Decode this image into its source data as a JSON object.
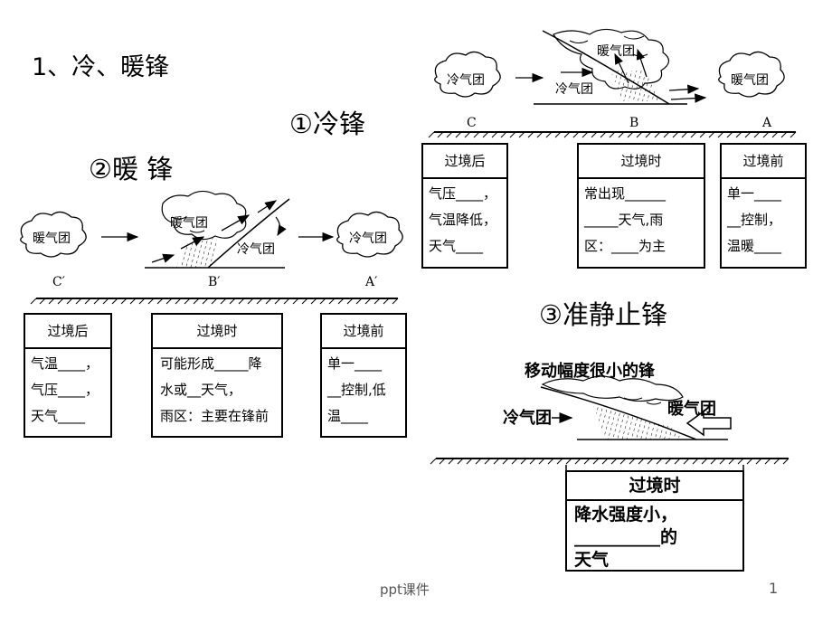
{
  "title": "1、冷、暖锋",
  "sections": {
    "cold": "①冷锋",
    "warm": "②暖 锋",
    "stationary": "③准静止锋"
  },
  "cold_diagram": {
    "cold_mass": "冷气团",
    "cold_mass_inner": "冷气团",
    "warm_mass": "暖气团",
    "warm_mass_right": "暖气团",
    "points": [
      "C",
      "B",
      "A"
    ]
  },
  "warm_diagram": {
    "warm_mass": "暖气团",
    "warm_mass_inner": "暖气团",
    "cold_mass_inner": "冷气团",
    "cold_mass_right": "冷气团",
    "points": [
      "C′",
      "B′",
      "A′"
    ]
  },
  "stationary_diagram": {
    "caption": "移动幅度很小的锋",
    "cold_mass": "冷气团",
    "warm_mass": "暖气团"
  },
  "cold_boxes": [
    {
      "header": "过境后",
      "body": "气压____，\n气温降低，\n天气____"
    },
    {
      "header": "过境时",
      "body": "常出现______\n_____天气,雨\n区：____为主"
    },
    {
      "header": "过境前",
      "body": "单一____\n__控制，\n温暖____"
    }
  ],
  "warm_boxes": [
    {
      "header": "过境后",
      "body": "气温____，\n气压____，\n天气____"
    },
    {
      "header": "过境时",
      "body": "可能形成_____降\n水或__天气，\n雨区：主要在锋前"
    },
    {
      "header": "过境前",
      "body": "单一____\n__控制,低\n温____"
    }
  ],
  "stationary_box": {
    "header": "过境时",
    "body": "降水强度小，\n__________的\n天气"
  },
  "footer": "ppt课件",
  "page_number": "1"
}
